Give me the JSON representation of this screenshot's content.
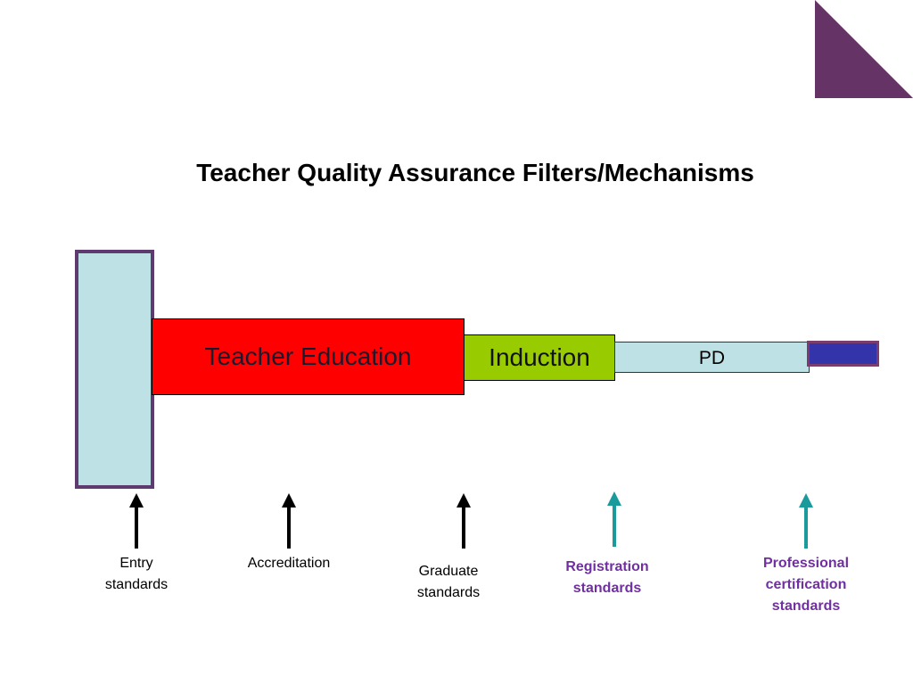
{
  "title": "Teacher Quality Assurance Filters/Mechanisms",
  "colors": {
    "corner_triangle": "#663366",
    "entry_fill": "#bde1e5",
    "entry_border": "#5e3a6e",
    "teacher_education_fill": "#ff0000",
    "induction_fill": "#99cc00",
    "pd_fill": "#bde1e5",
    "end_fill": "#3333aa",
    "arrow_black": "#000000",
    "arrow_teal": "#1a9a9a",
    "label_purple": "#7030a0"
  },
  "stages": {
    "teacher_education": "Teacher Education",
    "induction": "Induction",
    "pd": "PD"
  },
  "filters": [
    {
      "label": "Entry\nstandards",
      "arrow": "black"
    },
    {
      "label": "Accreditation",
      "arrow": "black"
    },
    {
      "label": "Graduate\nstandards",
      "arrow": "black"
    },
    {
      "label": "Registration\nstandards",
      "arrow": "teal"
    },
    {
      "label": "Professional\ncertification\nstandards",
      "arrow": "teal"
    }
  ]
}
